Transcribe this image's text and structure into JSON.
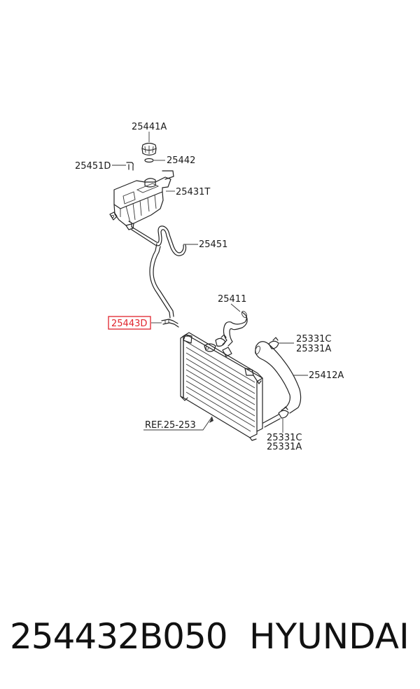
{
  "diagram": {
    "labels": {
      "cap": "25441A",
      "gasket": "25442",
      "clip": "25451D",
      "reservoir": "25431T",
      "overflow_hose": "25451",
      "upper_hose": "25411",
      "highlighted_part": "25443D",
      "clamp_upper_c": "25331C",
      "clamp_upper_a": "25331A",
      "lower_hose": "25412A",
      "clamp_lower_c": "25331C",
      "clamp_lower_a": "25331A",
      "radiator_ref": "REF.25-253"
    },
    "highlight_color": "#e0242c"
  },
  "footer": {
    "part_number": "254432B050",
    "brand": "HYUNDAI"
  }
}
